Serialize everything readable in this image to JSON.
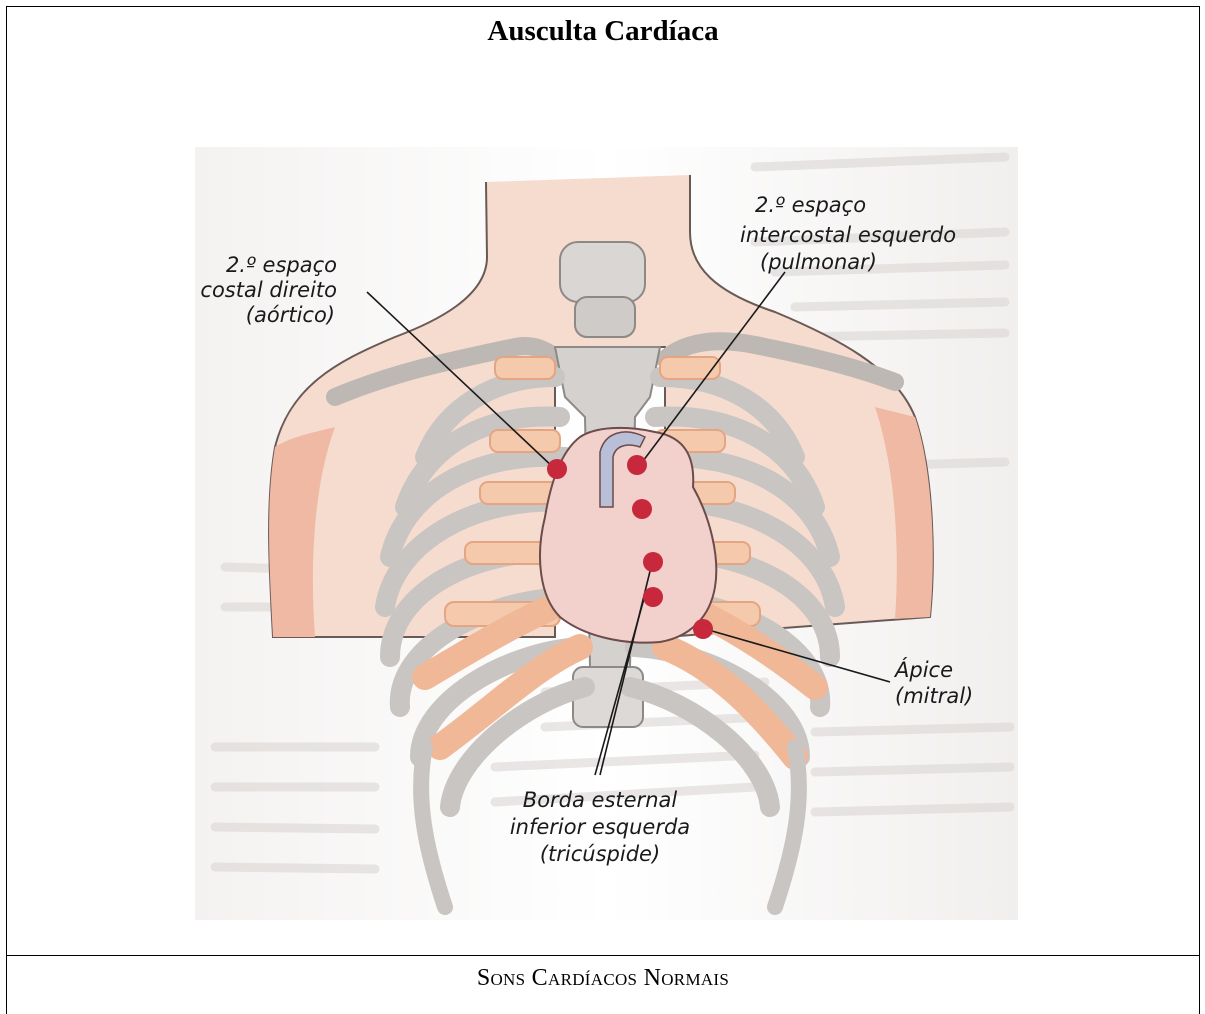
{
  "document": {
    "title": "Ausculta Cardíaca",
    "section_heading": "Sons Cardíacos Normais"
  },
  "figure": {
    "labels": {
      "aortic": [
        "2.º espaço",
        "costal direito",
        "(aórtico)"
      ],
      "pulmonary": [
        "2.º espaço",
        "intercostal esquerdo",
        "(pulmonar)"
      ],
      "mitral": [
        "Ápice",
        "(mitral)"
      ],
      "tricuspid": [
        "Borda esternal",
        "inferior esquerda",
        "(tricúspide)"
      ]
    },
    "colors": {
      "auscultation_point": "#c8283c",
      "skin": "#f3c7b4",
      "bone": "#d9d6d3",
      "cartilage": "#f2c19f",
      "heart": "#f2d0cc"
    }
  }
}
